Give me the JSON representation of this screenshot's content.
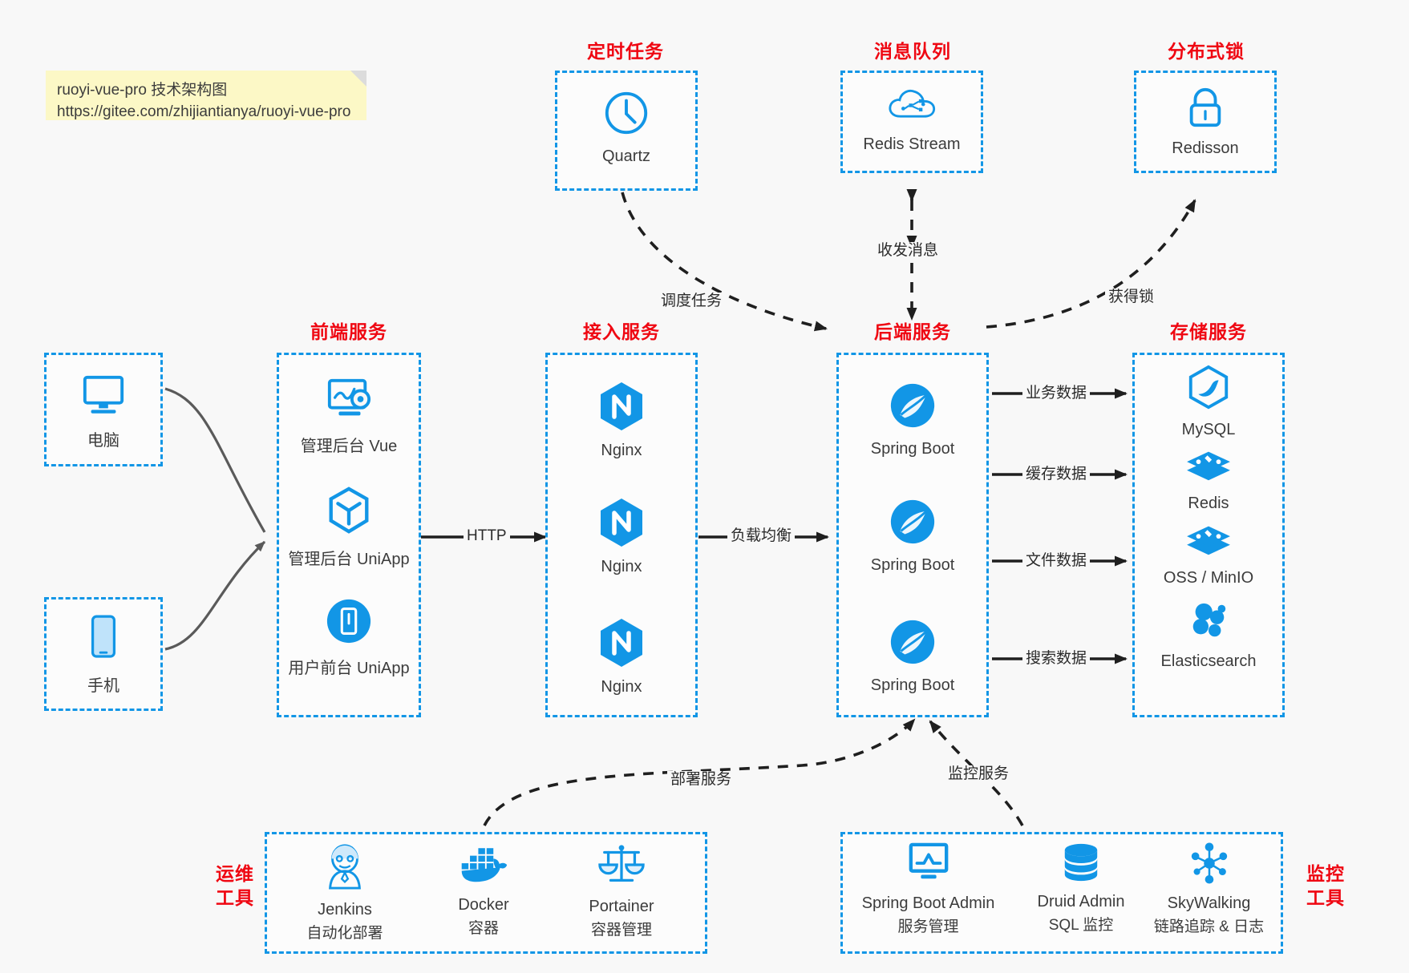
{
  "note": {
    "line1": "ruoyi-vue-pro 技术架构图",
    "line2": "https://gitee.com/zhijiantianya/ruoyi-vue-pro"
  },
  "colors": {
    "accent": "#1296e6",
    "title": "#ef0712",
    "text": "#3c3c3c",
    "note_bg": "#fcf8c6",
    "canvas_bg": "#f8f8f8"
  },
  "groups": {
    "scheduler": {
      "title": "定时任务",
      "nodes": [
        {
          "label": "Quartz",
          "icon": "clock-icon"
        }
      ]
    },
    "mq": {
      "title": "消息队列",
      "nodes": [
        {
          "label": "Redis Stream",
          "icon": "cloud-stream-icon"
        }
      ]
    },
    "lock": {
      "title": "分布式锁",
      "nodes": [
        {
          "label": "Redisson",
          "icon": "lock-icon"
        }
      ]
    },
    "clients": {
      "title": "",
      "nodes": [
        {
          "label": "电脑",
          "icon": "desktop-icon"
        },
        {
          "label": "手机",
          "icon": "mobile-icon"
        }
      ]
    },
    "frontend": {
      "title": "前端服务",
      "nodes": [
        {
          "label": "管理后台 Vue",
          "icon": "dashboard-gear-icon"
        },
        {
          "label": "管理后台 UniApp",
          "icon": "cube-icon"
        },
        {
          "label": "用户前台 UniApp",
          "icon": "phone-filled-icon"
        }
      ]
    },
    "gateway": {
      "title": "接入服务",
      "nodes": [
        {
          "label": "Nginx",
          "icon": "nginx-icon"
        },
        {
          "label": "Nginx",
          "icon": "nginx-icon"
        },
        {
          "label": "Nginx",
          "icon": "nginx-icon"
        }
      ]
    },
    "backend": {
      "title": "后端服务",
      "nodes": [
        {
          "label": "Spring Boot",
          "icon": "spring-boot-icon"
        },
        {
          "label": "Spring Boot",
          "icon": "spring-boot-icon"
        },
        {
          "label": "Spring Boot",
          "icon": "spring-boot-icon"
        }
      ]
    },
    "storage": {
      "title": "存储服务",
      "nodes": [
        {
          "label": "MySQL",
          "icon": "mysql-icon"
        },
        {
          "label": "Redis",
          "icon": "redis-icon"
        },
        {
          "label": "OSS / MinIO",
          "icon": "oss-icon"
        },
        {
          "label": "Elasticsearch",
          "icon": "elasticsearch-icon"
        }
      ]
    },
    "devops": {
      "title": "运维\n工具",
      "title_line1": "运维",
      "title_line2": "工具",
      "nodes": [
        {
          "label": "Jenkins",
          "sublabel": "自动化部署",
          "icon": "jenkins-icon"
        },
        {
          "label": "Docker",
          "sublabel": "容器",
          "icon": "docker-icon"
        },
        {
          "label": "Portainer",
          "sublabel": "容器管理",
          "icon": "scales-icon"
        }
      ]
    },
    "monitor": {
      "title_line1": "监控",
      "title_line2": "工具",
      "nodes": [
        {
          "label": "Spring Boot Admin",
          "sublabel": "服务管理",
          "icon": "monitor-chart-icon"
        },
        {
          "label": "Druid Admin",
          "sublabel": "SQL 监控",
          "icon": "database-icon"
        },
        {
          "label": "SkyWalking",
          "sublabel": "链路追踪 & 日志",
          "icon": "skywalking-icon"
        }
      ]
    }
  },
  "edges": {
    "http": "HTTP",
    "load_balance": "负载均衡",
    "schedule_task": "调度任务",
    "send_receive_message": "收发消息",
    "acquire_lock": "获得锁",
    "business_data": "业务数据",
    "cache_data": "缓存数据",
    "file_data": "文件数据",
    "search_data": "搜索数据",
    "deploy_service": "部署服务",
    "monitor_service": "监控服务"
  }
}
